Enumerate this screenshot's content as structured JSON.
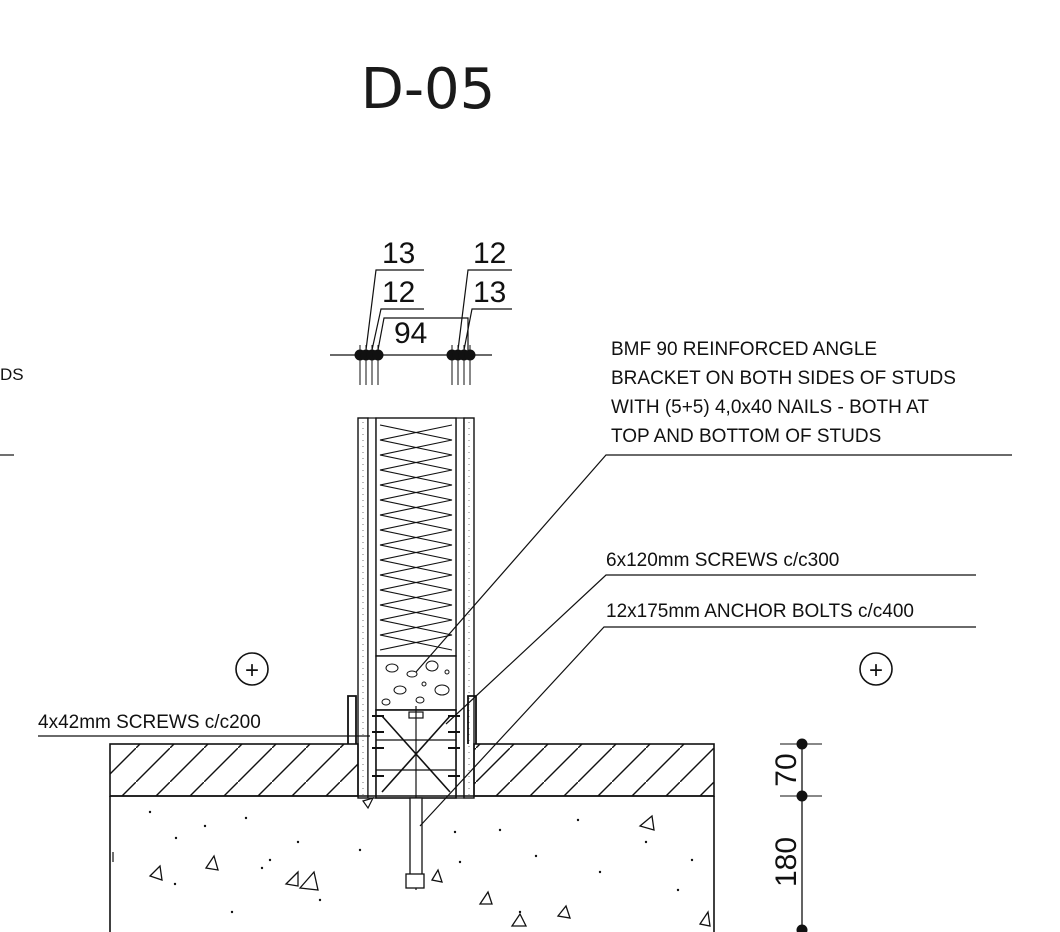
{
  "title": "D-05",
  "dimensions_top": {
    "left_outer": "13",
    "left_inner": "12",
    "stud": "94",
    "right_inner": "12",
    "right_outer": "13"
  },
  "dimensions_side": {
    "slab_top": "70",
    "slab_bottom": "180"
  },
  "labels": {
    "bracket_line1": "BMF 90 REINFORCED ANGLE",
    "bracket_line2": "BRACKET ON BOTH SIDES OF STUDS",
    "bracket_line3": "WITH (5+5) 4,0x40 NAILS - BOTH AT",
    "bracket_line4": "TOP AND BOTTOM OF STUDS",
    "screws_6x120": "6x120mm SCREWS c/c300",
    "anchor_bolts": "12x175mm ANCHOR BOLTS c/c400",
    "screws_4x42": "4x42mm SCREWS c/c200",
    "cut_left_text": "DS"
  },
  "level_markers": [
    "+",
    "+"
  ]
}
